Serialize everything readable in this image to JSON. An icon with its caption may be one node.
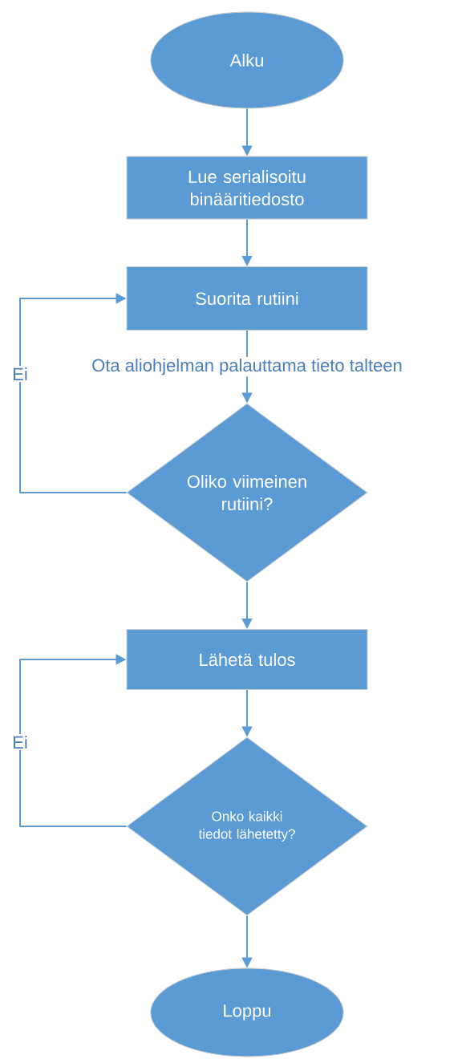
{
  "diagram": {
    "nodes": [
      {
        "text": [
          "Alku"
        ]
      },
      {
        "text": [
          "Lue serialisoitu binääritiedosto"
        ]
      },
      {
        "text": [
          "Suorita rutiini"
        ]
      },
      {
        "text": [
          "Oliko viimeinen rutiini?"
        ]
      },
      {
        "text": [
          "Lähetä tulos"
        ]
      },
      {
        "text": [
          "Onko kaikki tiedot lähetetty?"
        ]
      },
      {
        "text": [
          "Loppu"
        ]
      }
    ],
    "edges": [
      {
        "from": 0,
        "to": 1,
        "arrow": "to"
      },
      {
        "from": 1,
        "to": 2,
        "arrow": "to"
      },
      {
        "from": 2,
        "to": 3,
        "arrow": "to",
        "label": "Ota aliohjelman palauttama tieto talteen"
      },
      {
        "from": 3,
        "to": 2,
        "arrow": "to",
        "label": "Ei"
      },
      {
        "from": 3,
        "to": 4,
        "arrow": "to"
      },
      {
        "from": 4,
        "to": 5,
        "arrow": "to"
      },
      {
        "from": 5,
        "to": 4,
        "arrow": "to",
        "label": "Ei"
      },
      {
        "from": 5,
        "to": 6,
        "arrow": "to"
      }
    ]
  }
}
